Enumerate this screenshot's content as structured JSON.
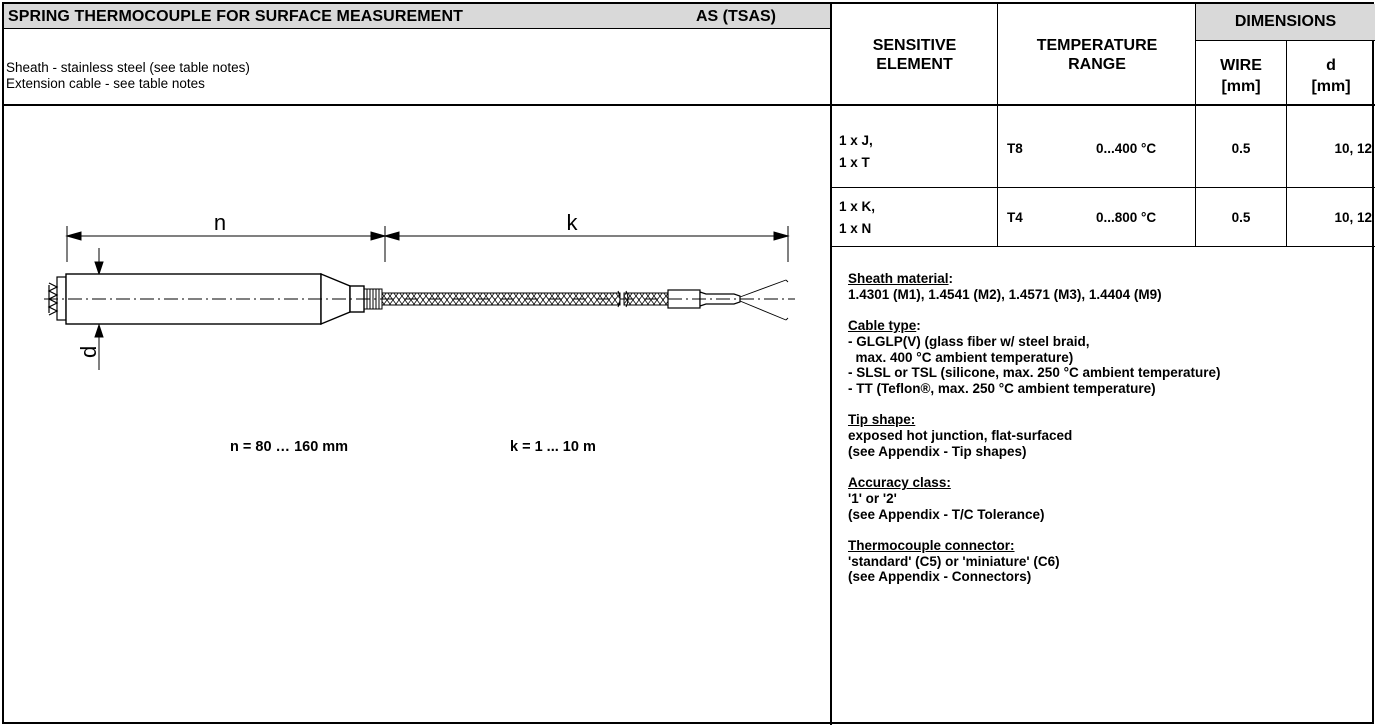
{
  "header": {
    "title": "SPRING THERMOCOUPLE FOR SURFACE MEASUREMENT",
    "code": "AS (TSAS)",
    "line1": "Sheath - stainless steel (see table notes)",
    "line2": "Extension cable - see table notes"
  },
  "table": {
    "col_sensitive": "SENSITIVE ELEMENT",
    "col_temperature": "TEMPERATURE RANGE",
    "col_dimensions": "DIMENSIONS",
    "col_wire": "WIRE [mm]",
    "col_d": "d [mm]",
    "rows": [
      {
        "element_line1": "1 x J,",
        "element_line2": "1 x T",
        "code": "T8",
        "range": "0...400 °C",
        "wire": "0.5",
        "d": "10, 12"
      },
      {
        "element_line1": "1 x K,",
        "element_line2": "1 x N",
        "code": "T4",
        "range": "0...800 °C",
        "wire": "0.5",
        "d": "10, 12"
      }
    ]
  },
  "notes": [
    {
      "heading": "Sheath material",
      "suffix": ":",
      "lines": [
        "1.4301 (M1), 1.4541 (M2), 1.4571 (M3), 1.4404 (M9)"
      ]
    },
    {
      "heading": "Cable type",
      "suffix": ":",
      "lines": [
        "- GLGLP(V) (glass fiber w/ steel braid,",
        "  max. 400 °C ambient temperature)",
        "- SLSL or TSL (silicone, max. 250 °C ambient temperature)",
        "- TT (Teflon®, max. 250 °C ambient temperature)"
      ]
    },
    {
      "heading": "Tip shape:",
      "suffix": "",
      "lines": [
        "exposed hot junction, flat-surfaced",
        "(see Appendix - Tip shapes)"
      ]
    },
    {
      "heading": "Accuracy class:",
      "suffix": "",
      "lines": [
        "'1' or '2'",
        "(see Appendix - T/C Tolerance)"
      ]
    },
    {
      "heading": "Thermocouple connector:",
      "suffix": "",
      "lines": [
        "'standard' (C5) or 'miniature' (C6)",
        "(see Appendix - Connectors)"
      ]
    }
  ],
  "drawing": {
    "label_n": "n",
    "label_k": "k",
    "label_d": "d",
    "n_range": "n = 80 … 160 mm",
    "k_range": "k = 1 ... 10 m"
  }
}
